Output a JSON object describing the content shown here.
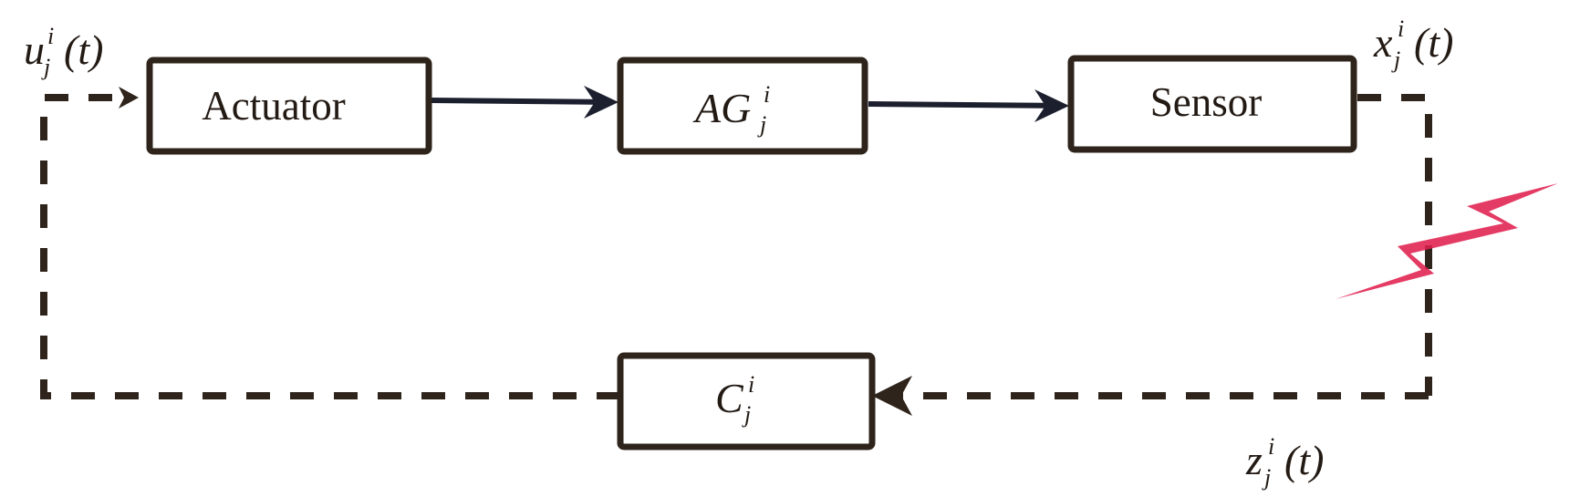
{
  "blocks": {
    "actuator": {
      "label": "Actuator"
    },
    "agent": {
      "base": "AG",
      "sup": "i",
      "sub": "j"
    },
    "sensor": {
      "label": "Sensor"
    },
    "controller": {
      "base": "C",
      "sup": "i",
      "sub": "j"
    }
  },
  "signals": {
    "u": {
      "base": "u",
      "sup": "i",
      "sub": "j",
      "arg": "(t)"
    },
    "x": {
      "base": "x",
      "sup": "i",
      "sub": "j",
      "arg": "(t)"
    },
    "z": {
      "base": "z",
      "sup": "i",
      "sub": "j",
      "arg": "(t)"
    }
  },
  "colors": {
    "stroke": "#2e241b",
    "solid_arrow": "#1c1f2e",
    "lightning": "#e0204e"
  },
  "icons": {
    "wireless": "lightning-bolt-icon"
  }
}
